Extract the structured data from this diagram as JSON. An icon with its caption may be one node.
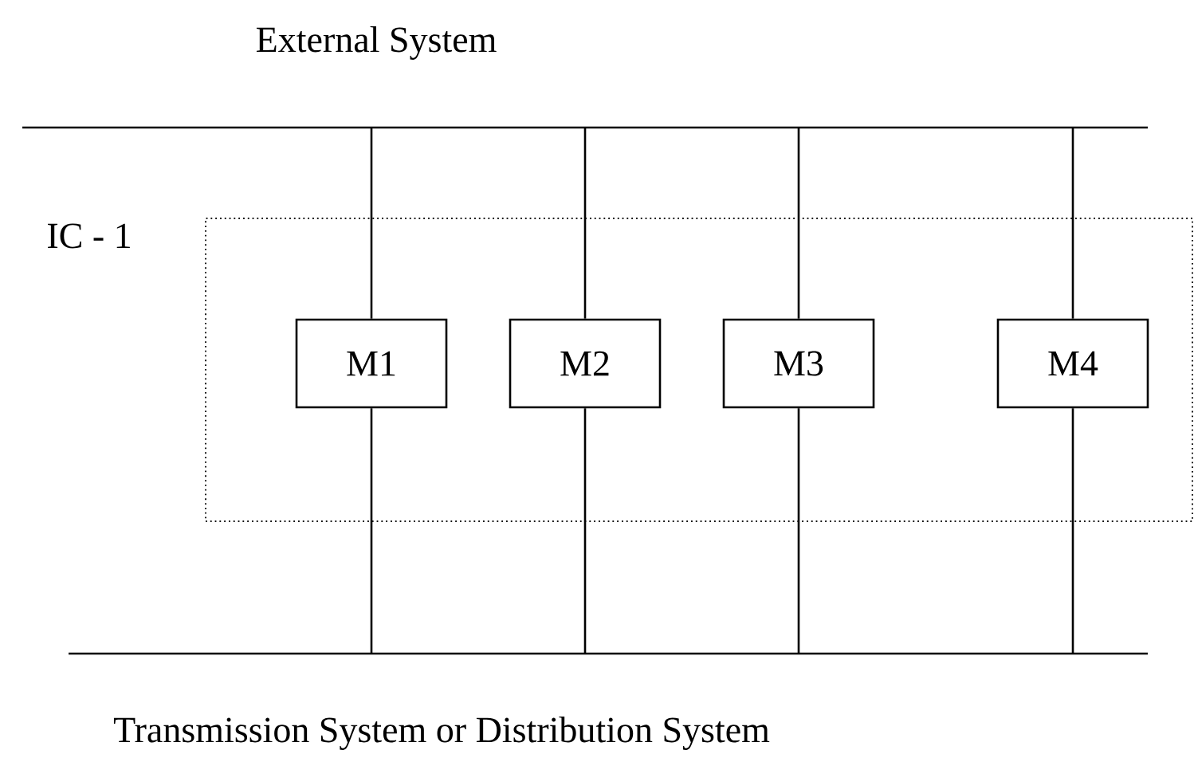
{
  "diagram": {
    "nodes": [
      {
        "text": [
          "External System"
        ]
      },
      {
        "text": [
          "Transmission System or Distribution System"
        ]
      },
      {
        "text": [
          "IC - 1"
        ]
      },
      {
        "text": [
          "M1"
        ],
        "in": 2
      },
      {
        "text": [
          "M2"
        ],
        "in": 2
      },
      {
        "text": [
          "M3"
        ],
        "in": 2
      },
      {
        "text": [
          "M4"
        ],
        "in": 2
      }
    ],
    "edges": [
      {
        "from": 0,
        "to": 3,
        "arrow": "none"
      },
      {
        "from": 3,
        "to": 1,
        "arrow": "none"
      },
      {
        "from": 0,
        "to": 4,
        "arrow": "none"
      },
      {
        "from": 4,
        "to": 1,
        "arrow": "none"
      },
      {
        "from": 0,
        "to": 5,
        "arrow": "none"
      },
      {
        "from": 5,
        "to": 1,
        "arrow": "none"
      },
      {
        "from": 0,
        "to": 6,
        "arrow": "none"
      },
      {
        "from": 6,
        "to": 1,
        "arrow": "none"
      }
    ]
  }
}
